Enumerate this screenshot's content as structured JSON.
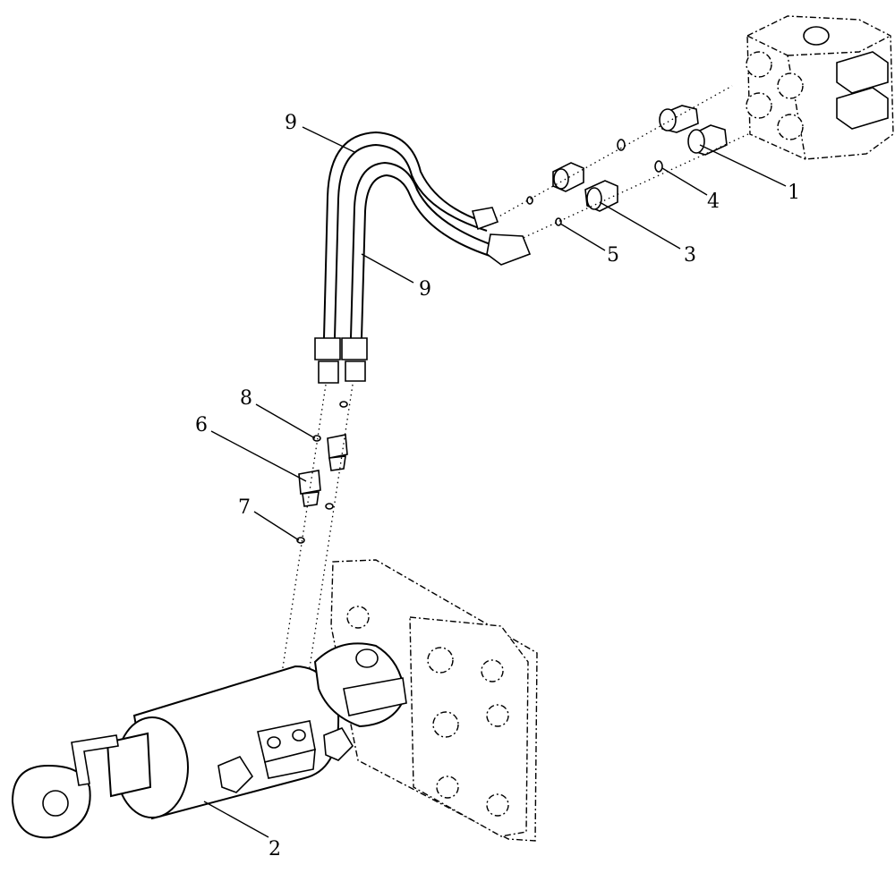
{
  "diagram": {
    "callouts": [
      {
        "id": "1",
        "label": "1"
      },
      {
        "id": "2",
        "label": "2"
      },
      {
        "id": "3",
        "label": "3"
      },
      {
        "id": "4",
        "label": "4"
      },
      {
        "id": "5",
        "label": "5"
      },
      {
        "id": "6",
        "label": "6"
      },
      {
        "id": "7",
        "label": "7"
      },
      {
        "id": "8",
        "label": "8"
      },
      {
        "id": "9a",
        "label": "9"
      },
      {
        "id": "9b",
        "label": "9"
      }
    ]
  }
}
